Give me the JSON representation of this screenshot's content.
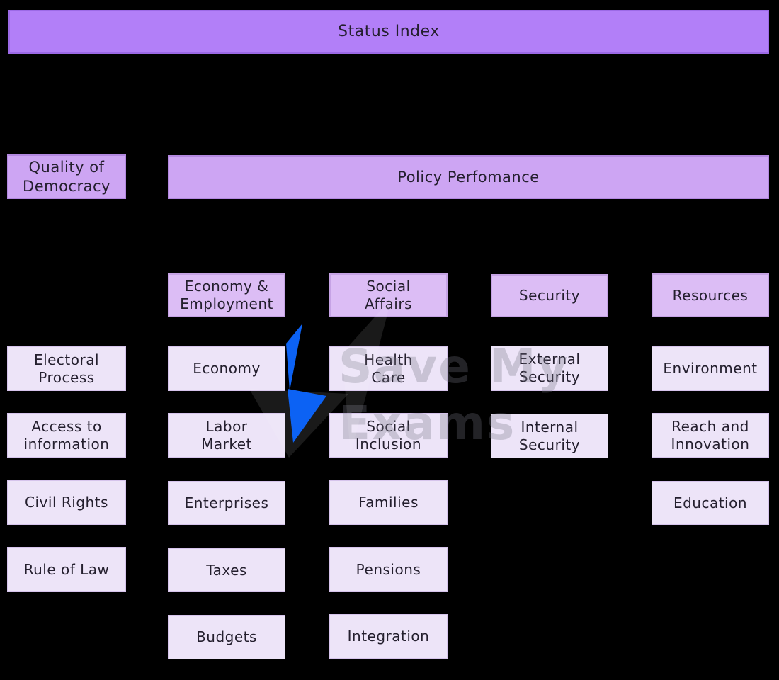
{
  "nodes": {
    "status_index": "Status Index",
    "quality_of_democracy": "Quality of\nDemocracy",
    "policy_performance": "Policy Perfomance"
  },
  "democracy": {
    "items": [
      "Electoral\nProcess",
      "Access to\ninformation",
      "Civil Rights",
      "Rule of Law"
    ]
  },
  "categories": [
    {
      "header": "Economy &\nEmployment",
      "items": [
        "Economy",
        "Labor\nMarket",
        "Enterprises",
        "Taxes",
        "Budgets"
      ]
    },
    {
      "header": "Social\nAffairs",
      "items": [
        "Health\nCare",
        "Social\nInclusion",
        "Families",
        "Pensions",
        "Integration"
      ]
    },
    {
      "header": "Security",
      "items": [
        "External\nSecurity",
        "Internal\nSecurity"
      ]
    },
    {
      "header": "Resources",
      "items": [
        "Environment",
        "Reach and\nInnovation",
        "Education"
      ]
    }
  ],
  "watermark": {
    "text": "Save My\nExams"
  },
  "colors": {
    "background": "#000000",
    "bar_top": "#b27ff8",
    "level1": "#cda5f3",
    "level2": "#dcbdf5",
    "level3": "#ede4f8",
    "text": "#241f2e",
    "bolt_blue": "#0c62f4"
  }
}
